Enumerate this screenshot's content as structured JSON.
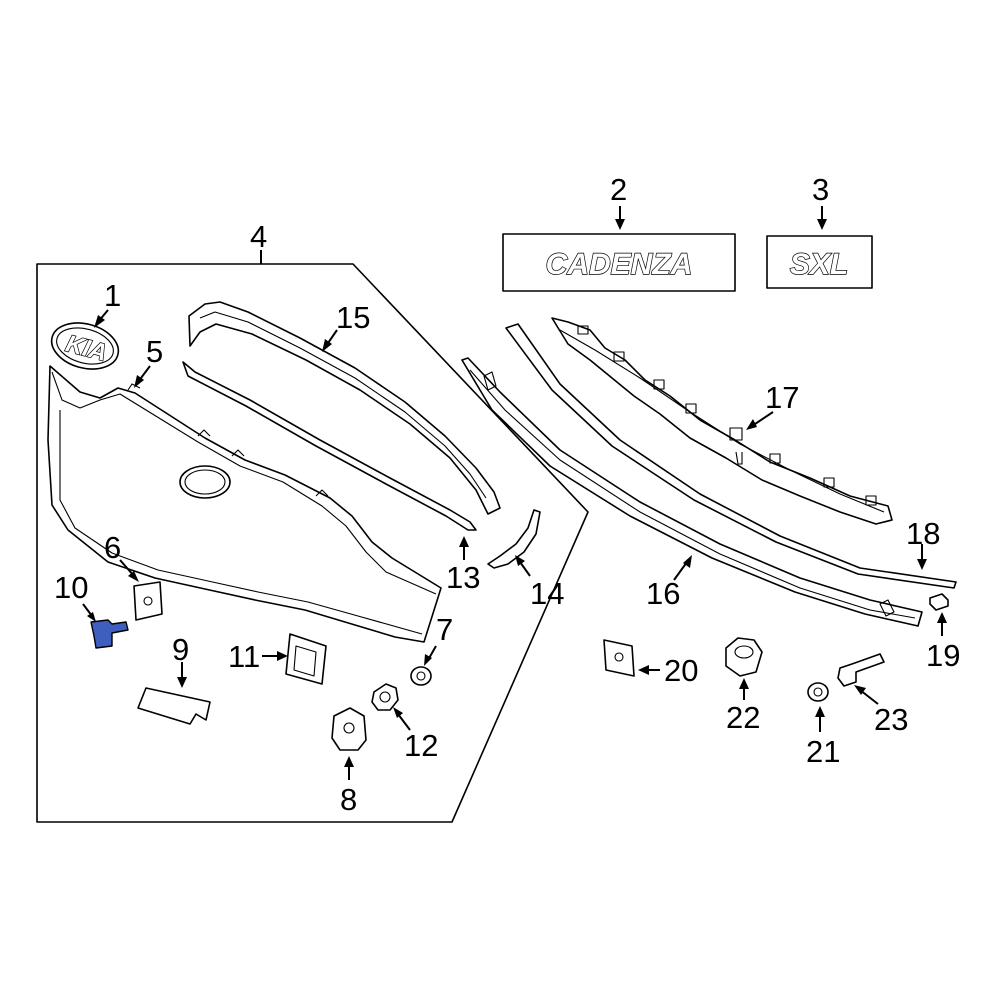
{
  "callouts": {
    "c1": "1",
    "c2": "2",
    "c3": "3",
    "c4": "4",
    "c5": "5",
    "c6": "6",
    "c7": "7",
    "c8": "8",
    "c9": "9",
    "c10": "10",
    "c11": "11",
    "c12": "12",
    "c13": "13",
    "c14": "14",
    "c15": "15",
    "c16": "16",
    "c17": "17",
    "c18": "18",
    "c19": "19",
    "c20": "20",
    "c21": "21",
    "c22": "22",
    "c23": "23"
  },
  "emblems": {
    "kia": "KIA",
    "cadenza": "CADENZA",
    "sxl": "SXL"
  },
  "colors": {
    "highlight": "#3f5fbf",
    "line": "#000000",
    "background": "#ffffff"
  }
}
